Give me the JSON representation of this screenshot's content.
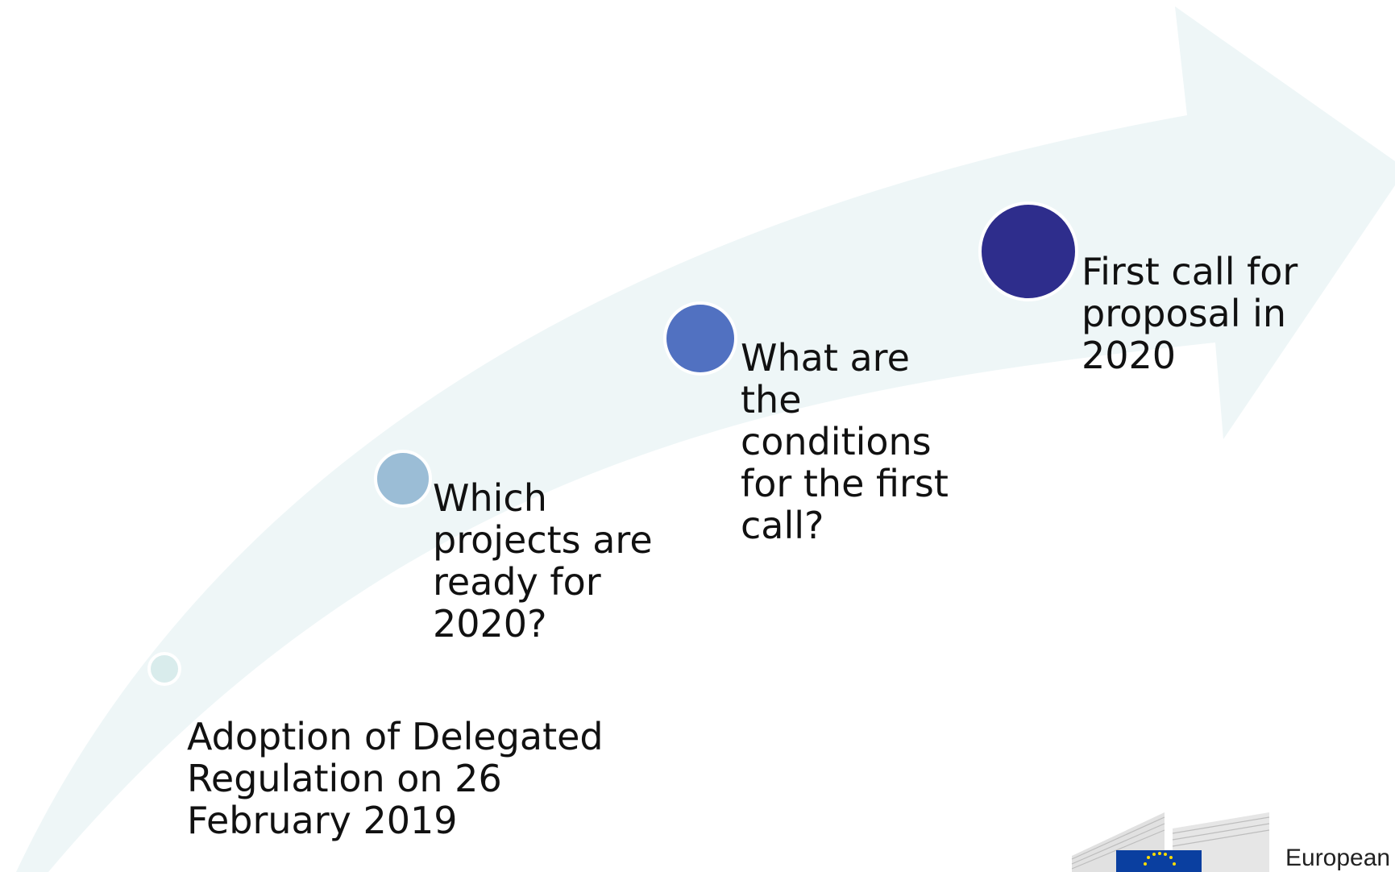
{
  "colors": {
    "arrow_fill": "#eef6f7",
    "background": "#ffffff",
    "text": "#111111"
  },
  "milestones": [
    {
      "text": "Adoption of Delegated\nRegulation on 26\nFebruary 2019",
      "dot_color": "#d9ecec"
    },
    {
      "text": "Which\nprojects are\nready for\n2020?",
      "dot_color": "#9bbdd6"
    },
    {
      "text": "What are\nthe\nconditions\nfor the first\ncall?",
      "dot_color": "#5171c1"
    },
    {
      "text": "First call for\nproposal in\n2020",
      "dot_color": "#2e2d8c"
    }
  ],
  "logo": {
    "text": "European",
    "flag_color": "#0a3fa0",
    "star_color": "#ffdd00",
    "icon": "european-commission-logo"
  }
}
